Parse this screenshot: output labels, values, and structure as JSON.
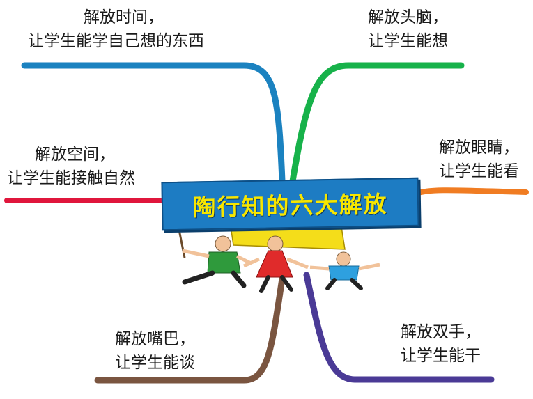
{
  "center": {
    "title": "陶行知的六大解放"
  },
  "branches": [
    {
      "id": "time",
      "line1": "解放时间，",
      "line2": "让学生能学自己想的东西",
      "color": "#1b82c0"
    },
    {
      "id": "brain",
      "line1": "解放头脑，",
      "line2": "让学生能想",
      "color": "#17b24a"
    },
    {
      "id": "space",
      "line1": "解放空间，",
      "line2": "让学生能接触自然",
      "color": "#e0163c"
    },
    {
      "id": "eyes",
      "line1": "解放眼睛，",
      "line2": "让学生能看",
      "color": "#f07c22"
    },
    {
      "id": "mouth",
      "line1": "解放嘴巴，",
      "line2": "让学生能谈",
      "color": "#7a5540"
    },
    {
      "id": "hands",
      "line1": "解放双手，",
      "line2": "让学生能干",
      "color": "#4a3a96"
    }
  ],
  "colors": {
    "banner": "#1d7cc3",
    "banner_text": "#f7e600",
    "flag_yellow": "#f4dd1a",
    "child_green": "#2f9a3c",
    "child_red": "#e02b2b",
    "child_blue": "#2ea0df"
  }
}
